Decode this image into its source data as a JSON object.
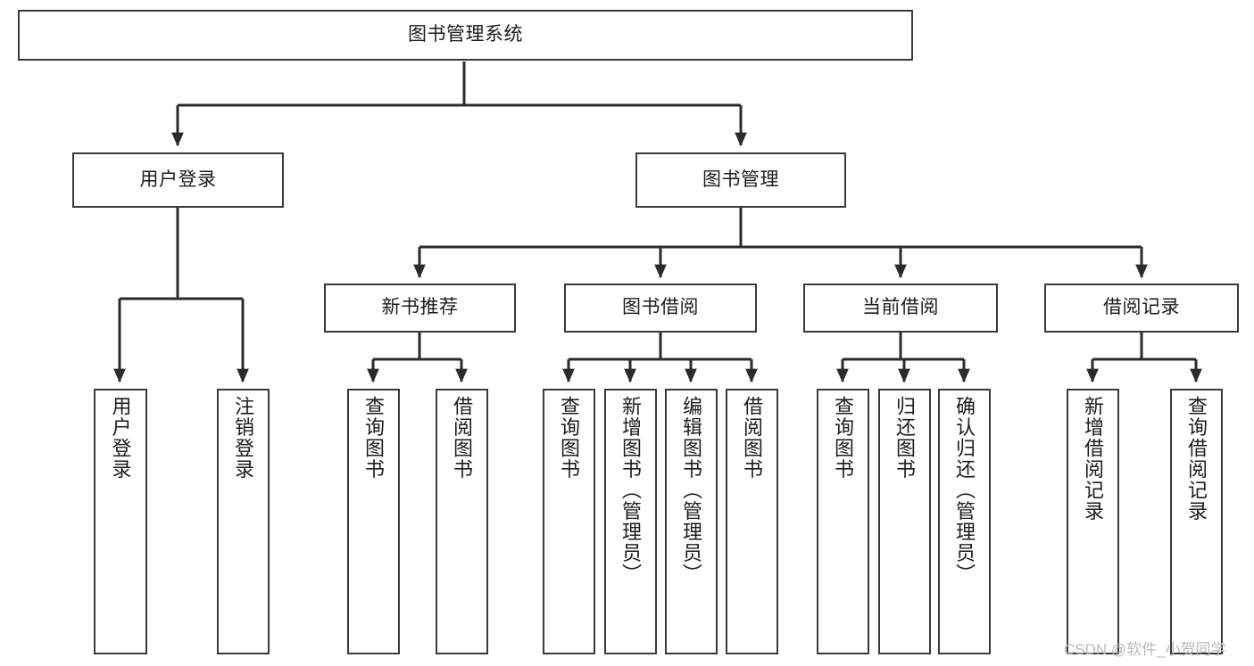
{
  "diagram": {
    "type": "tree",
    "title": "图书管理系统",
    "orientation": "top-down",
    "colors": {
      "box_border": "#3a3a3a",
      "box_fill": "#ffffff",
      "edge": "#2b2b2b",
      "text": "#1c1c1c",
      "watermark": "#b9b9b9",
      "background": "#ffffff"
    },
    "watermark": "CSDN @软件_小贺同学",
    "levels": {
      "root": {
        "label": "图书管理系统"
      },
      "tier2": [
        {
          "label": "用户登录"
        },
        {
          "label": "图书管理"
        }
      ],
      "tier3": [
        {
          "label": "新书推荐"
        },
        {
          "label": "图书借阅"
        },
        {
          "label": "当前借阅"
        },
        {
          "label": "借阅记录"
        }
      ],
      "leaves": {
        "user_login": [
          {
            "label": "用户登录"
          },
          {
            "label": "注销登录"
          }
        ],
        "new_book_recommend": [
          {
            "label": "查询图书"
          },
          {
            "label": "借阅图书"
          }
        ],
        "book_borrow": [
          {
            "label": "查询图书"
          },
          {
            "label": "新增图书（管理员）"
          },
          {
            "label": "编辑图书（管理员）"
          },
          {
            "label": "借阅图书"
          }
        ],
        "current_borrow": [
          {
            "label": "查询图书"
          },
          {
            "label": "归还图书"
          },
          {
            "label": "确认归还（管理员）"
          }
        ],
        "borrow_record": [
          {
            "label": "新增借阅记录"
          },
          {
            "label": "查询借阅记录"
          }
        ]
      }
    }
  }
}
